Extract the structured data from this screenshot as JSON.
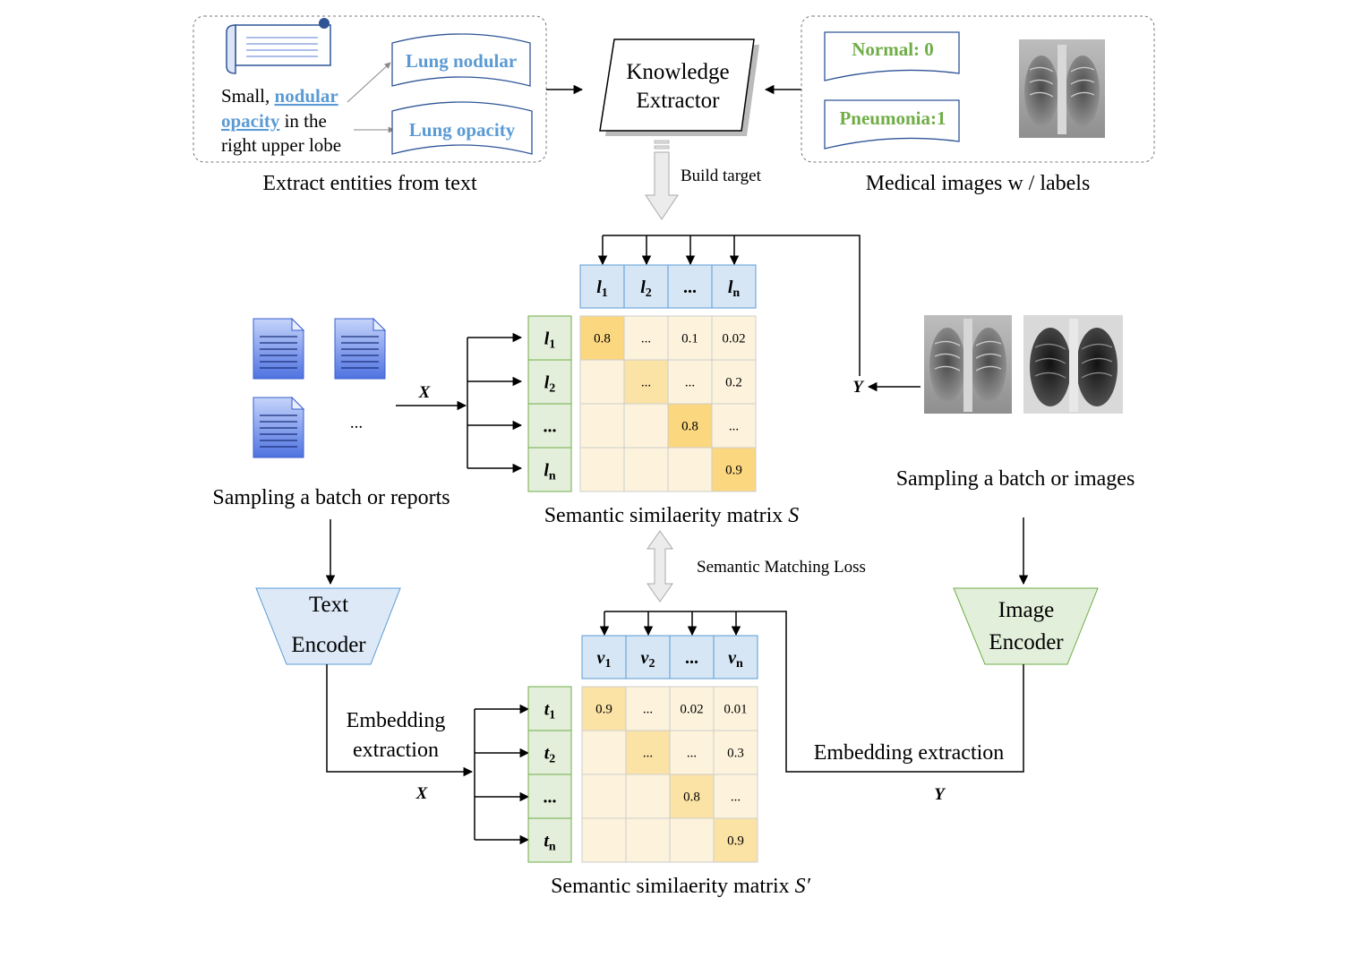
{
  "top": {
    "report_text": {
      "line1_prefix": "Small, ",
      "line1_entity": "nodular",
      "line2_entity": "opacity",
      "line2_suffix": " in the",
      "line3": "right upper lobe"
    },
    "entities": [
      "Lung nodular",
      "Lung opacity"
    ],
    "left_caption": "Extract entities from text",
    "extractor": [
      "Knowledge",
      "Extractor"
    ],
    "labels": [
      "Normal: 0",
      "Pneumonia:1"
    ],
    "right_caption": "Medical images w / labels",
    "build_target": "Build target"
  },
  "matrix_s": {
    "col_headers": [
      {
        "base": "l",
        "sub": "1"
      },
      {
        "base": "l",
        "sub": "2"
      },
      {
        "base": "...",
        "sub": ""
      },
      {
        "base": "l",
        "sub": "n"
      }
    ],
    "row_headers": [
      {
        "base": "l",
        "sub": "1"
      },
      {
        "base": "l",
        "sub": "2"
      },
      {
        "base": "...",
        "sub": ""
      },
      {
        "base": "l",
        "sub": "n"
      }
    ],
    "cells": [
      [
        "0.8",
        "...",
        "0.1",
        "0.02"
      ],
      [
        "",
        "...",
        "...",
        "0.2"
      ],
      [
        "",
        "",
        "0.8",
        "..."
      ],
      [
        "",
        "",
        "",
        "0.9"
      ]
    ],
    "caption_text": "Semantic similaerity matrix ",
    "caption_symbol": "S"
  },
  "matrix_s_prime": {
    "col_headers": [
      {
        "base": "v",
        "sub": "1"
      },
      {
        "base": "v",
        "sub": "2"
      },
      {
        "base": "...",
        "sub": ""
      },
      {
        "base": "v",
        "sub": "n"
      }
    ],
    "row_headers": [
      {
        "base": "t",
        "sub": "1"
      },
      {
        "base": "t",
        "sub": "2"
      },
      {
        "base": "...",
        "sub": ""
      },
      {
        "base": "t",
        "sub": "n"
      }
    ],
    "cells": [
      [
        "0.9",
        "...",
        "0.02",
        "0.01"
      ],
      [
        "",
        "...",
        "...",
        "0.3"
      ],
      [
        "",
        "",
        "0.8",
        "..."
      ],
      [
        "",
        "",
        "",
        "0.9"
      ]
    ],
    "caption_text": "Semantic similaerity matrix ",
    "caption_symbol": "S′"
  },
  "middle": {
    "reports_ellipsis": "...",
    "x_label": "X",
    "y_label": "Y",
    "reports_caption": "Sampling a batch or reports",
    "images_caption": "Sampling a batch or images",
    "matching_loss": "Semantic Matching Loss"
  },
  "bottom": {
    "text_encoder": [
      "Text",
      "Encoder"
    ],
    "image_encoder": [
      "Image",
      "Encoder"
    ],
    "embedding_left": [
      "Embedding",
      "extraction"
    ],
    "embedding_right": "Embedding extraction",
    "x_label": "X",
    "y_label": "Y"
  },
  "colors": {
    "entity_blue": "#5b9bd5",
    "label_green": "#70ad47",
    "header_blue": "#d6e6f5",
    "header_green": "#e3efdb",
    "cell_light": "#fdf3dc",
    "cell_diag": "#fbd77f",
    "cell_diag2": "#fbe3a6"
  }
}
